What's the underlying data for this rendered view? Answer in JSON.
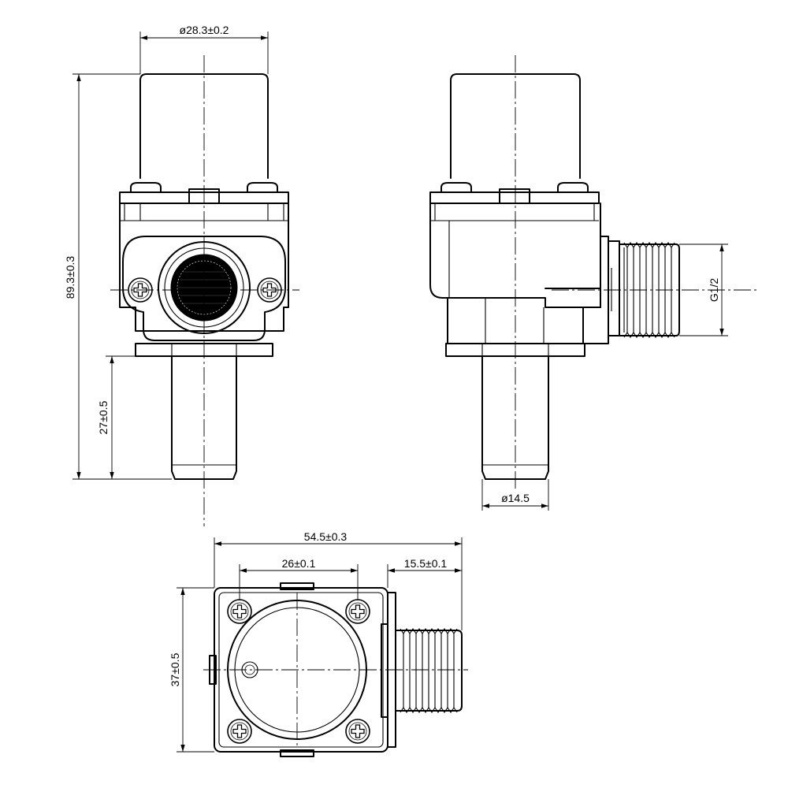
{
  "views": {
    "front": {
      "name": "front-view"
    },
    "side": {
      "name": "side-view"
    },
    "top": {
      "name": "top-view"
    }
  },
  "dimensions": {
    "solenoid_diameter": "ø28.3±0.2",
    "overall_height": "89.3±0.3",
    "outlet_length": "27±0.5",
    "outlet_diameter": "ø14.5",
    "thread_size": "G1/2",
    "overall_width": "54.5±0.3",
    "screw_spacing": "26±0.1",
    "thread_length": "15.5±0.1",
    "body_depth": "37±0.5"
  },
  "colors": {
    "line": "#000000",
    "background": "#ffffff"
  }
}
